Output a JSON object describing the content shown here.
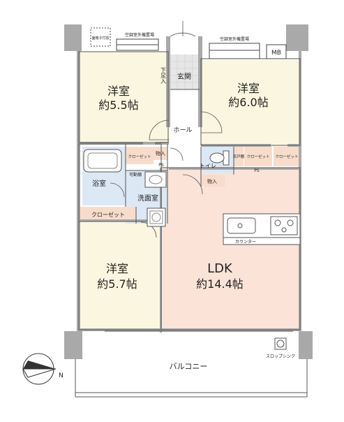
{
  "rooms": {
    "western_room_a": {
      "name": "洋室",
      "size": "約5.5帖"
    },
    "western_room_b": {
      "name": "洋室",
      "size": "約6.0帖"
    },
    "western_room_c": {
      "name": "洋室",
      "size": "約5.7帖"
    },
    "ldk": {
      "name": "LDK",
      "size": "約14.4帖"
    }
  },
  "labels": {
    "entrance": "玄関",
    "shoebox": "下足入",
    "hall": "ホール",
    "bath": "浴室",
    "washroom": "洗面室",
    "toilet": "トイレ",
    "closet": "クローゼット",
    "closet_small": "クローゼット",
    "storage": "物入",
    "ps": "PS",
    "movable_shelf": "可動棚",
    "wall_cabinet": "吊戸棚",
    "counter": "カウンター",
    "mb": "MB",
    "balcony": "バルコニー",
    "slop_sink": "スロップシンク",
    "sash_note": "面格子付窓",
    "ac_sleeve": "空調室外機置場",
    "compass_n": "N"
  },
  "colors": {
    "western_room": "#fbf6df",
    "ldk": "#fbe3d8",
    "bath": "#dde8f5",
    "storage": "#f8dccb",
    "entrance": "#e6e6e6",
    "wall": "#a9a9a9"
  }
}
